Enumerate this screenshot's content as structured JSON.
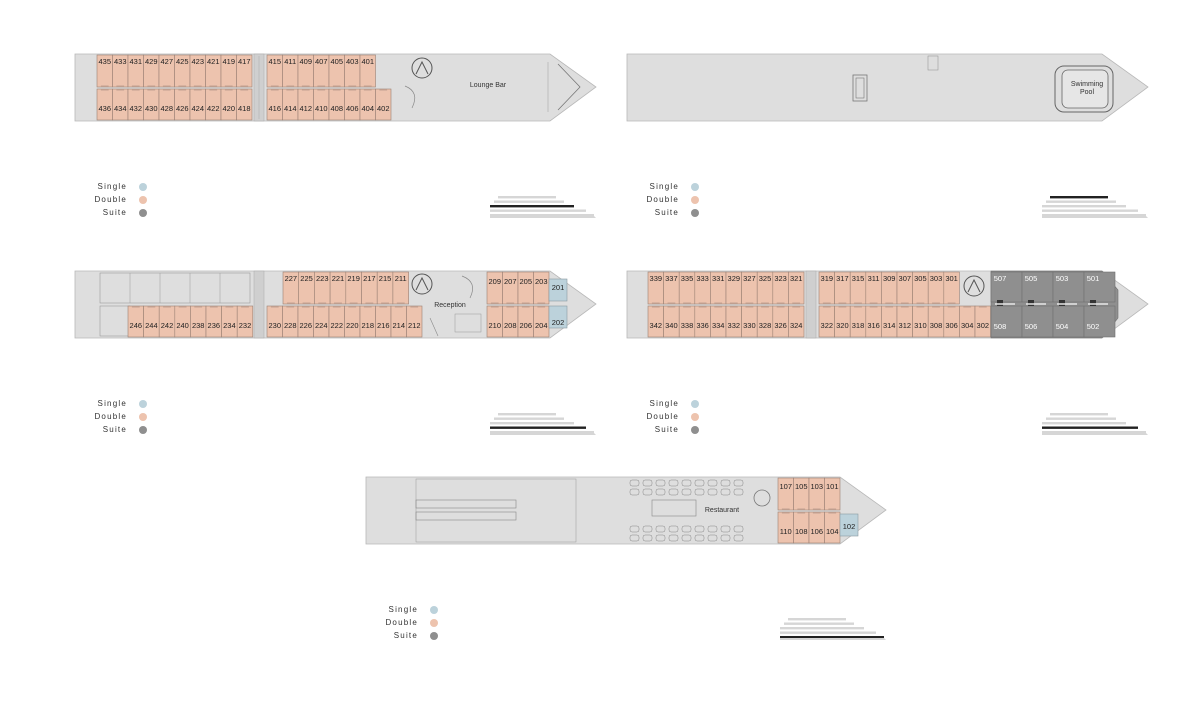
{
  "legend": {
    "items": [
      {
        "label": "Single",
        "color": "#bcd2db"
      },
      {
        "label": "Double",
        "color": "#edc3ae"
      },
      {
        "label": "Suite",
        "color": "#8f8f8f"
      }
    ]
  },
  "decks": {
    "deck4": {
      "top_row_a": [
        "435",
        "433",
        "431",
        "429",
        "427",
        "425",
        "423",
        "421",
        "419",
        "417"
      ],
      "top_row_b": [
        "415",
        "411",
        "409",
        "407",
        "405",
        "403",
        "401"
      ],
      "bottom_row_a": [
        "436",
        "434",
        "432",
        "430",
        "428",
        "426",
        "424",
        "422",
        "420",
        "418"
      ],
      "bottom_row_b": [
        "416",
        "414",
        "412",
        "410",
        "408",
        "406",
        "404",
        "402"
      ],
      "room_label": "Lounge Bar"
    },
    "sun": {
      "room_label_1": "Swimming",
      "room_label_2": "Pool"
    },
    "deck2": {
      "top_row_a": [
        "227",
        "225",
        "223",
        "221",
        "219",
        "217",
        "215",
        "211"
      ],
      "top_row_b": [
        "209",
        "207",
        "205",
        "203"
      ],
      "single_top": "201",
      "bottom_row_a": [
        "246",
        "244",
        "242",
        "240",
        "238",
        "236",
        "234",
        "232"
      ],
      "bottom_row_b": [
        "230",
        "228",
        "226",
        "224",
        "222",
        "220",
        "218",
        "216",
        "214",
        "212"
      ],
      "bottom_row_c": [
        "210",
        "208",
        "206",
        "204"
      ],
      "single_bottom": "202",
      "room_label": "Reception"
    },
    "deck3": {
      "top_row_a": [
        "339",
        "337",
        "335",
        "333",
        "331",
        "329",
        "327",
        "325",
        "323",
        "321"
      ],
      "top_row_b": [
        "319",
        "317",
        "315",
        "311",
        "309",
        "307",
        "305",
        "303",
        "301"
      ],
      "bottom_row_a": [
        "342",
        "340",
        "338",
        "336",
        "334",
        "332",
        "330",
        "328",
        "326",
        "324"
      ],
      "bottom_row_b": [
        "322",
        "320",
        "318",
        "316",
        "314",
        "312",
        "310",
        "308",
        "306",
        "304",
        "302"
      ],
      "suites_top": [
        "507",
        "505",
        "503",
        "501"
      ],
      "suites_bottom": [
        "508",
        "506",
        "504",
        "502"
      ]
    },
    "deck1": {
      "top_row": [
        "107",
        "105",
        "103",
        "101"
      ],
      "bottom_row": [
        "110",
        "108",
        "106",
        "104"
      ],
      "single": "102",
      "room_label": "Restaurant"
    }
  }
}
